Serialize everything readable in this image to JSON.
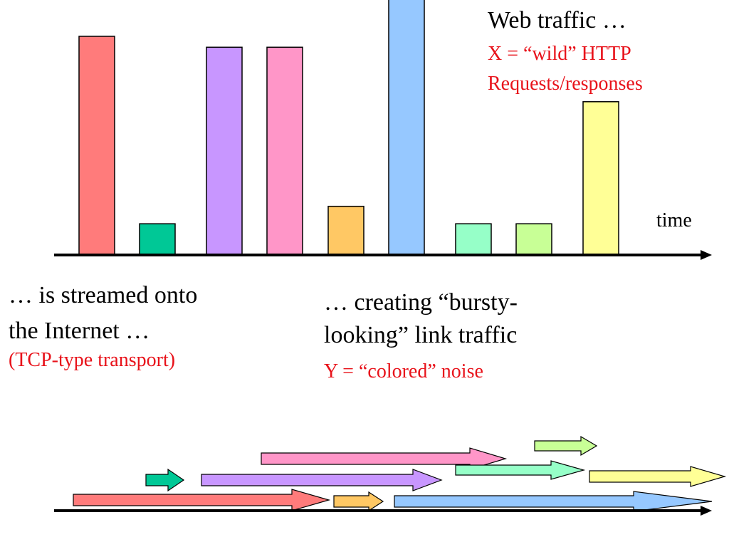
{
  "title": "Web traffic …",
  "x_definition": "X = “wild” HTTP",
  "x_definition_2": "Requests/responses",
  "time_label": "time",
  "streamed_line1": "… is streamed onto",
  "streamed_line2": "the Internet …",
  "transport_note": "(TCP-type transport)",
  "creating_line1": "… creating “bursty-",
  "creating_line2": "looking” link traffic",
  "y_definition": "Y = “colored” noise",
  "bars": [
    {
      "color": "#ff7b7b",
      "value": 1.0
    },
    {
      "color": "#00c896",
      "value": 0.14
    },
    {
      "color": "#c896ff",
      "value": 0.95
    },
    {
      "color": "#ff96c8",
      "value": 0.95
    },
    {
      "color": "#ffc864",
      "value": 0.22
    },
    {
      "color": "#96c8ff",
      "value": 1.17
    },
    {
      "color": "#96ffc8",
      "value": 0.14
    },
    {
      "color": "#c8ff96",
      "value": 0.14
    },
    {
      "color": "#ffff96",
      "value": 0.7
    }
  ],
  "flows": [
    {
      "color": "#ff7b7b"
    },
    {
      "color": "#00c896"
    },
    {
      "color": "#c896ff"
    },
    {
      "color": "#ff96c8"
    },
    {
      "color": "#ffc864"
    },
    {
      "color": "#96c8ff"
    },
    {
      "color": "#96ffc8"
    },
    {
      "color": "#c8ff96"
    },
    {
      "color": "#ffff96"
    }
  ]
}
